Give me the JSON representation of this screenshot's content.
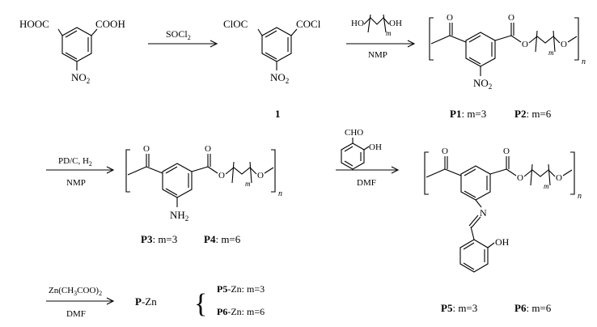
{
  "start": {
    "left_group": "HOOC",
    "right_group": "COOH",
    "bottom_group": "NO",
    "bottom_sub": "2"
  },
  "step1": {
    "reagent": "SOCl",
    "reagent_sub": "2"
  },
  "cmpd1": {
    "left_group": "ClOC",
    "right_group": "COCl",
    "bottom_group": "NO",
    "bottom_sub": "2",
    "label": "1"
  },
  "step2": {
    "diol_left": "HO",
    "diol_right": "OH",
    "diol_index": "m",
    "solvent": "NMP"
  },
  "poly": {
    "carbonyl_o": "O",
    "ester_o": "O",
    "chain_index": "m",
    "chain_o": "O",
    "repeat": "n"
  },
  "p12": {
    "nitro": "NO",
    "nitro_sub": "2",
    "label1": "P1",
    "label1_text": ": m=3",
    "label2": "P2",
    "label2_text": ": m=6"
  },
  "step3": {
    "reagent": "PD/C, H",
    "reagent_sub": "2",
    "solvent": "NMP"
  },
  "p34": {
    "amine": "NH",
    "amine_sub": "2",
    "label1": "P3",
    "label1_text": ": m=3",
    "label2": "P4",
    "label2_text": ": m=6"
  },
  "step4": {
    "aldehyde": "CHO",
    "hydroxy": "OH",
    "solvent": "DMF"
  },
  "p56": {
    "imine_n": "N",
    "hydroxy": "OH",
    "label1": "P5",
    "label1_text": ": m=3",
    "label2": "P6",
    "label2_text": ": m=6"
  },
  "step5": {
    "reagent": "Zn(CH",
    "reagent_sub1": "3",
    "reagent_mid": "COO)",
    "reagent_sub2": "2",
    "solvent": "DMF"
  },
  "complex": {
    "product": "P-Zn",
    "brace": "{",
    "item1_label": "P5",
    "item1_text": "-Zn: m=3",
    "item2_label": "P6",
    "item2_text": "-Zn: m=6"
  }
}
